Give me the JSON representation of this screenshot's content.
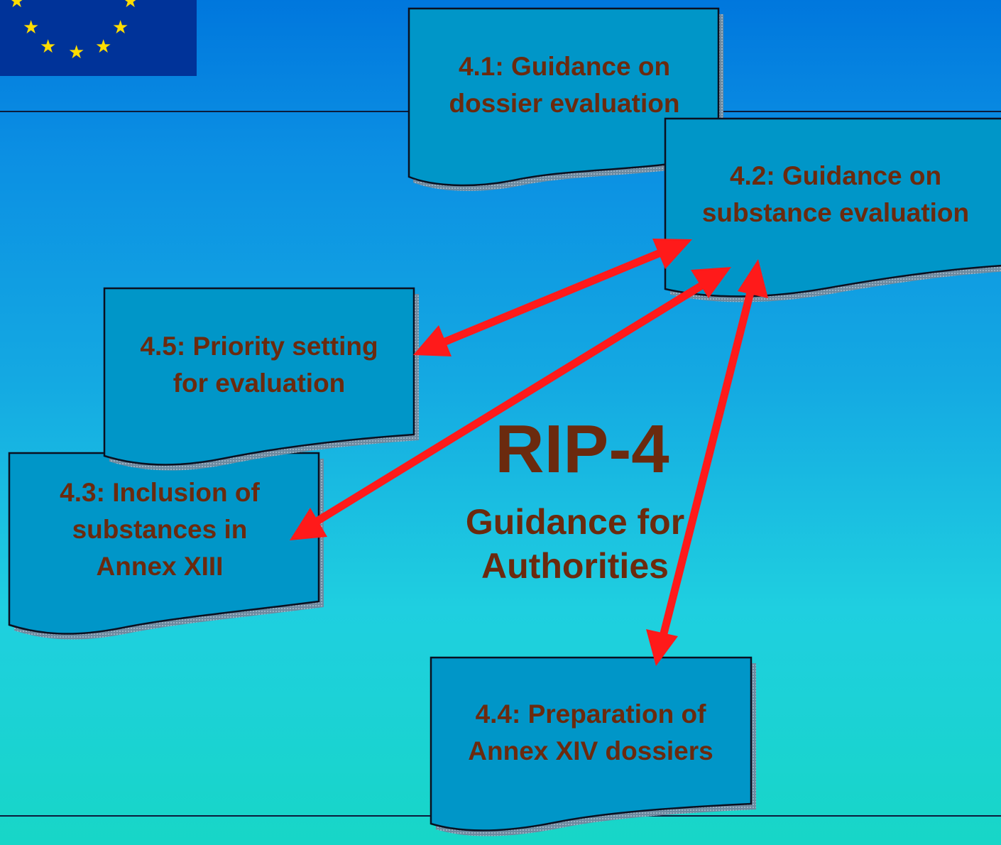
{
  "documents": {
    "doc_4_1": {
      "line1": "4.1: Guidance on",
      "line2": "dossier evaluation"
    },
    "doc_4_2": {
      "line1": "4.2: Guidance on",
      "line2": "substance evaluation"
    },
    "doc_4_5": {
      "line1": "4.5: Priority setting",
      "line2": "for evaluation"
    },
    "doc_4_3": {
      "line1": "4.3: Inclusion of",
      "line2": "substances in",
      "line3": "Annex XIII"
    },
    "doc_4_4": {
      "line1": "4.4: Preparation of",
      "line2": "Annex XIV dossiers"
    }
  },
  "center_title": {
    "main": "RIP-4",
    "sub_line1": "Guidance for",
    "sub_line2": "Authorities"
  },
  "colors": {
    "doc_fill": "#0096c8",
    "doc_border": "#0a1020",
    "text": "#6b2a0e",
    "arrow": "#ff1a1a",
    "flag": "#003399",
    "star": "#ffdd00"
  }
}
